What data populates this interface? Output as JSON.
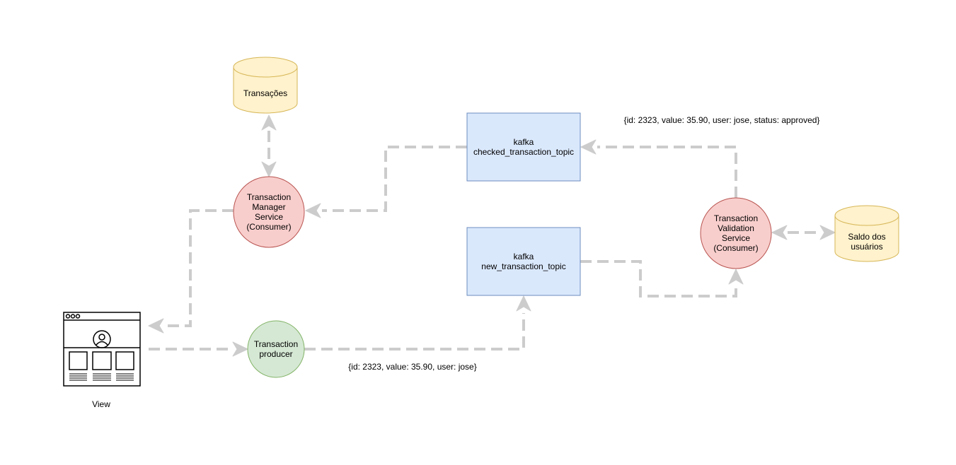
{
  "nodes": {
    "transacoes_db": {
      "label": [
        "Transações"
      ],
      "fill": "#fff2cc",
      "stroke": "#d6b656"
    },
    "saldo_db": {
      "label": [
        "Saldo dos",
        "usuários"
      ],
      "fill": "#fff2cc",
      "stroke": "#d6b656"
    },
    "checked_topic": {
      "label": [
        "kafka",
        "checked_transaction_topic"
      ],
      "fill": "#dae8fc",
      "stroke": "#6c8ebf"
    },
    "new_topic": {
      "label": [
        "kafka",
        "new_transaction_topic"
      ],
      "fill": "#dae8fc",
      "stroke": "#6c8ebf"
    },
    "manager_service": {
      "label": [
        "Transaction",
        "Manager",
        "Service",
        "(Consumer)"
      ],
      "fill": "#f8cecc",
      "stroke": "#b85450"
    },
    "validation_service": {
      "label": [
        "Transaction",
        "Validation",
        "Service",
        "(Consumer)"
      ],
      "fill": "#f8cecc",
      "stroke": "#b85450"
    },
    "producer": {
      "label": [
        "Transaction",
        "producer"
      ],
      "fill": "#d5e8d4",
      "stroke": "#82b366"
    },
    "view": {
      "label": [
        "View"
      ]
    }
  },
  "annotations": {
    "approved_message": "{id: 2323, value: 35.90, user: jose, status: approved}",
    "new_message": "{id: 2323, value: 35.90, user: jose}"
  },
  "colors": {
    "edge": "#cccccc"
  }
}
